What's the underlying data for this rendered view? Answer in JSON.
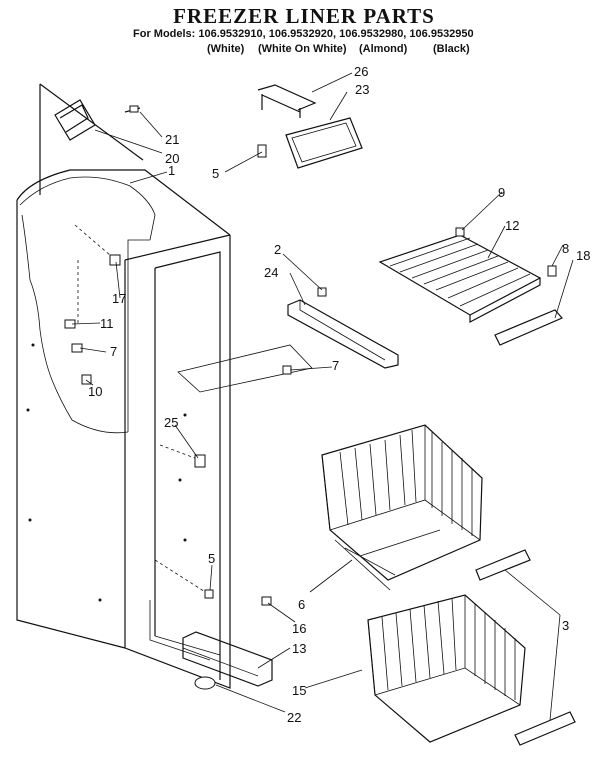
{
  "header": {
    "title": "FREEZER LINER PARTS",
    "models_line": "For Models: 106.9532910, 106.9532920, 106.9532980, 106.9532950",
    "colors": [
      "(White)",
      "(White On White)",
      "(Almond)",
      "(Black)"
    ]
  },
  "callouts": {
    "c1": "1",
    "c2": "2",
    "c3": "3",
    "c5a": "5",
    "c5b": "5",
    "c6": "6",
    "c7a": "7",
    "c7b": "7",
    "c8": "8",
    "c9": "9",
    "c10": "10",
    "c11": "11",
    "c12": "12",
    "c13": "13",
    "c15": "15",
    "c16": "16",
    "c17": "17",
    "c18": "18",
    "c20": "20",
    "c21": "21",
    "c22": "22",
    "c23": "23",
    "c24": "24",
    "c25": "25",
    "c26": "26"
  }
}
